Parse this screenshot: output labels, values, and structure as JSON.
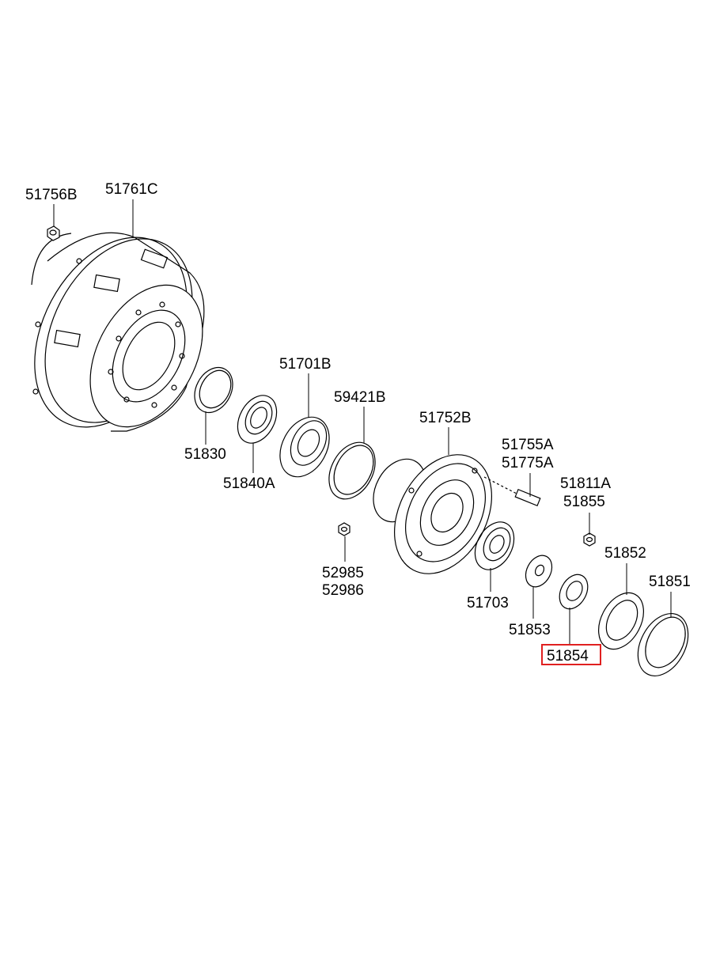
{
  "diagram": {
    "highlight_color": "#e02020",
    "labels": [
      {
        "id": "lbl-51756b",
        "text": "51756B"
      },
      {
        "id": "lbl-51761c",
        "text": "51761C"
      },
      {
        "id": "lbl-51701b",
        "text": "51701B"
      },
      {
        "id": "lbl-59421b",
        "text": "59421B"
      },
      {
        "id": "lbl-51830",
        "text": "51830"
      },
      {
        "id": "lbl-51840a",
        "text": "51840A"
      },
      {
        "id": "lbl-51752b",
        "text": "51752B"
      },
      {
        "id": "lbl-51755a",
        "text": "51755A"
      },
      {
        "id": "lbl-51775a",
        "text": "51775A"
      },
      {
        "id": "lbl-51811a",
        "text": "51811A"
      },
      {
        "id": "lbl-51855",
        "text": "51855"
      },
      {
        "id": "lbl-52985",
        "text": "52985"
      },
      {
        "id": "lbl-52986",
        "text": "52986"
      },
      {
        "id": "lbl-51852",
        "text": "51852"
      },
      {
        "id": "lbl-51851",
        "text": "51851"
      },
      {
        "id": "lbl-51703",
        "text": "51703"
      },
      {
        "id": "lbl-51853",
        "text": "51853"
      },
      {
        "id": "lbl-51854",
        "text": "51854",
        "highlighted": true
      }
    ]
  }
}
